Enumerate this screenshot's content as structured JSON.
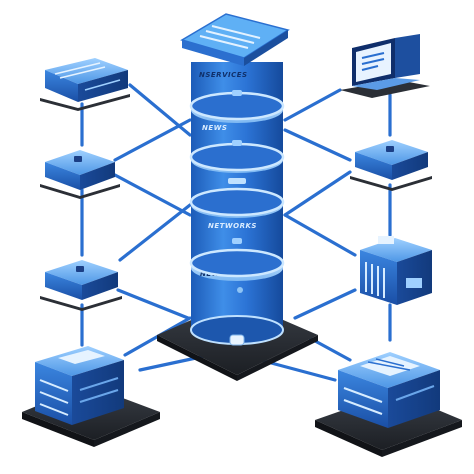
{
  "diagram": {
    "colors": {
      "background": "#ffffff",
      "line": "#2a6fd0",
      "accent": "#1f5fbf",
      "dark": "#1b3f86",
      "light": "#8ec4f5",
      "pad": "#2b2f36"
    },
    "cylinder_labels": [
      "NSERVICES",
      "NEWS",
      "",
      "NETWORKS",
      "NEWS"
    ],
    "nodes": [
      {
        "name": "server-top-left",
        "icon": "server-box-icon"
      },
      {
        "name": "server-mid-left",
        "icon": "server-box-icon"
      },
      {
        "name": "server-low-left",
        "icon": "server-box-icon"
      },
      {
        "name": "rack-bottom-left",
        "icon": "rack-server-icon"
      },
      {
        "name": "laptop-top-right",
        "icon": "laptop-icon"
      },
      {
        "name": "server-mid-right",
        "icon": "server-box-icon"
      },
      {
        "name": "storage-right",
        "icon": "storage-unit-icon"
      },
      {
        "name": "rack-bottom-right",
        "icon": "rack-server-icon"
      }
    ]
  }
}
